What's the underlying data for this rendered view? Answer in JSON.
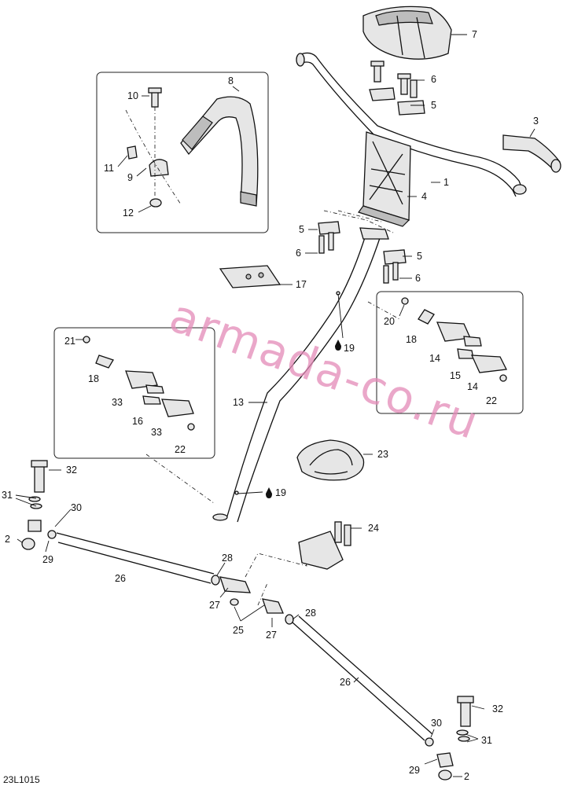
{
  "document_id": "23L1015",
  "watermark": "armada-co.ru",
  "callouts": {
    "c1": "1",
    "c2a": "2",
    "c2b": "2",
    "c3": "3",
    "c4": "4",
    "c5a": "5",
    "c5b": "5",
    "c5c": "5",
    "c6a": "6",
    "c6b": "6",
    "c6c": "6",
    "c7": "7",
    "c8": "8",
    "c9": "9",
    "c10": "10",
    "c11": "11",
    "c12": "12",
    "c13": "13",
    "c14a": "14",
    "c14b": "14",
    "c15": "15",
    "c16": "16",
    "c17": "17",
    "c18a": "18",
    "c18b": "18",
    "c19a": "19",
    "c19b": "19",
    "c20": "20",
    "c21": "21",
    "c22a": "22",
    "c22b": "22",
    "c23": "23",
    "c24": "24",
    "c25": "25",
    "c26a": "26",
    "c26b": "26",
    "c27a": "27",
    "c27b": "27",
    "c28a": "28",
    "c28b": "28",
    "c29a": "29",
    "c29b": "29",
    "c30a": "30",
    "c30b": "30",
    "c31a": "31",
    "c31b": "31",
    "c32a": "32",
    "c32b": "32",
    "c33a": "33",
    "c33b": "33"
  }
}
